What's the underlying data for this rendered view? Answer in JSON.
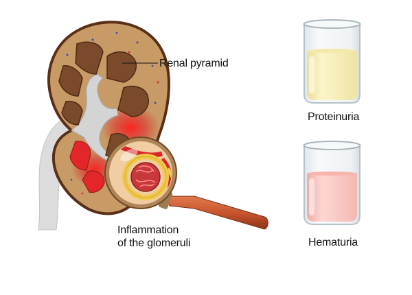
{
  "labels": {
    "renal_pyramid": "Renal pyramid",
    "inflammation_line1": "Inflammation",
    "inflammation_line2": "of the glomeruli",
    "proteinuria": "Proteinuria",
    "hematuria": "Hematuria"
  },
  "icons": {
    "kidney": "kidney-cross-section-icon",
    "magnifier": "magnifying-glass-icon",
    "beaker_protein": "beaker-icon",
    "beaker_blood": "beaker-icon"
  },
  "colors": {
    "cortex": "#c79a66",
    "pyramid": "#7a4a2a",
    "capsule_edge": "#5a2f17",
    "pelvis": "#d2d2d2",
    "inflammation": "#e3262a",
    "urine_protein": "#f7eeb1",
    "urine_blood": "#f9c6c1",
    "glass": "#e8eef1",
    "lens_rim": "#b08558",
    "handle": "#c8552e"
  }
}
